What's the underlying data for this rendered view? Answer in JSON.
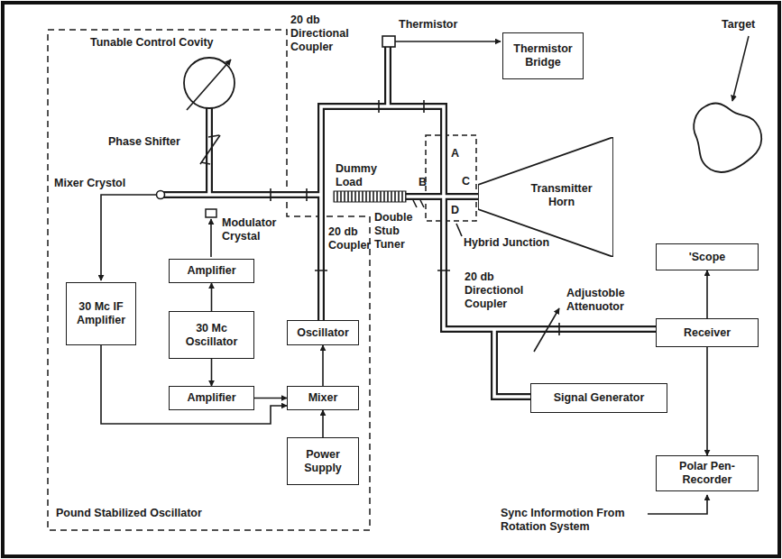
{
  "diagram": {
    "nodes": [
      {
        "text": [
          "Pound Stabilized Oscillator"
        ]
      },
      {
        "text": [
          "Amplifier"
        ],
        "in": 0
      },
      {
        "text": [
          "30 Mc IF Amplifier"
        ],
        "in": 0
      },
      {
        "text": [
          "30 Mc Oscillator"
        ],
        "in": 0
      },
      {
        "text": [
          "Oscillator"
        ],
        "in": 0
      },
      {
        "text": [
          "Amplifier"
        ],
        "in": 0
      },
      {
        "text": [
          "Mixer"
        ],
        "in": 0
      },
      {
        "text": [
          "Power Supply"
        ],
        "in": 0
      },
      {
        "text": [
          "Thermistor Bridge"
        ]
      },
      {
        "text": [
          "Transmitter Horn"
        ]
      },
      {
        "text": [
          "'Scope"
        ]
      },
      {
        "text": [
          "Receiver"
        ]
      },
      {
        "text": [
          "Signal Generator"
        ]
      },
      {
        "text": [
          "Polar Pen-Recorder"
        ]
      }
    ],
    "edges": [
      {
        "from": 3,
        "to": 1,
        "arrow": "to"
      },
      {
        "from": 3,
        "to": 5,
        "arrow": "to"
      },
      {
        "from": 5,
        "to": 6,
        "arrow": "to"
      },
      {
        "from": 7,
        "to": 6,
        "arrow": "to"
      },
      {
        "from": 6,
        "to": 4,
        "arrow": "to"
      },
      {
        "from": 2,
        "to": 6,
        "arrow": "to"
      },
      {
        "from": 11,
        "to": 10,
        "arrow": "to"
      },
      {
        "from": 11,
        "to": 13,
        "arrow": "to"
      }
    ],
    "labels": [
      "Tunable Control Covity",
      "Phase Shifter",
      "Mixer Crystol",
      "Modulator Crystal",
      "20 db Coupler",
      "Thermistor",
      "20 db Directional Coupler",
      "A",
      "B",
      "C",
      "D",
      "Dummy Load",
      "Double Stub Tuner",
      "Hybrid Junction",
      "Target",
      "20 db Directionol Coupler",
      "Adjustoble Attenuotor",
      "Sync Informotion From Rotation System"
    ]
  }
}
